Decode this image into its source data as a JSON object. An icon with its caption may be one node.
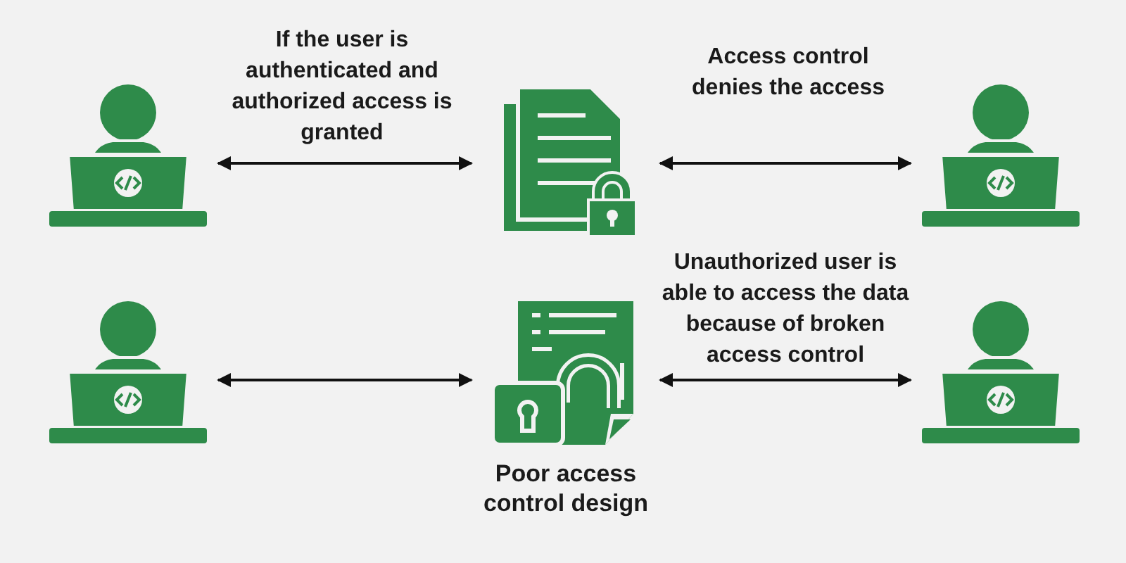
{
  "diagram": {
    "nodes": [
      {
        "text": [],
        "shape": "person"
      },
      {
        "text": [],
        "shape": "picture"
      },
      {
        "text": [],
        "shape": "person"
      },
      {
        "text": [],
        "shape": "person"
      },
      {
        "text": [],
        "shape": "picture",
        "beside": [
          "Poor access control design"
        ]
      },
      {
        "text": [],
        "shape": "person"
      }
    ],
    "edges": [
      {
        "from": 0,
        "to": 1,
        "arrow": "both",
        "label": "If the user is authenticated and authorized access is granted"
      },
      {
        "from": 1,
        "to": 2,
        "arrow": "both",
        "label": "Access control denies the access"
      },
      {
        "from": 3,
        "to": 4,
        "arrow": "both"
      },
      {
        "from": 4,
        "to": 5,
        "arrow": "both",
        "label": "Unauthorized user is able to access the data because of broken access control"
      }
    ]
  }
}
